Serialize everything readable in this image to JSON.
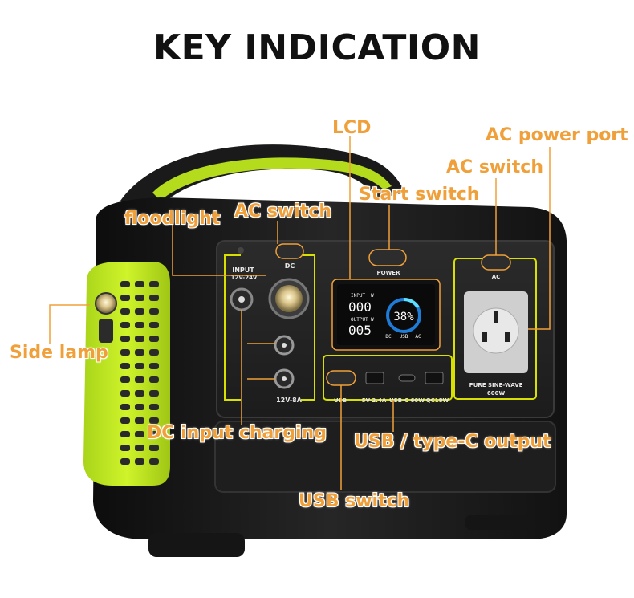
{
  "title": "KEY INDICATION",
  "labels": {
    "lcd": "LCD",
    "ac_power_port": "AC power port",
    "ac_switch_right": "AC switch",
    "start_switch": "Start switch",
    "floodlight": "floodlight",
    "ac_switch_left": "AC switch",
    "side_lamp": "Side lamp",
    "dc_input_charging": "DC input charging",
    "usb_typec_output": "USB / type-C output",
    "usb_switch": "USB switch"
  },
  "panel": {
    "input_label": "INPUT",
    "input_range": "12V-24V",
    "dc_label": "DC",
    "power_label": "POWER",
    "ac_label": "AC",
    "dc_out_label": "12V-8A",
    "usb_label": "USB",
    "usb_a_label": "5V-2.4A",
    "usb_c_label": "USB-C 60W",
    "qc_label": "QC18W",
    "sine_label": "PURE SINE-WAVE",
    "watt_label": "600W"
  },
  "lcd": {
    "input_label": "INPUT",
    "output_label": "OUTPUT",
    "unit": "W",
    "input_value": "000",
    "output_value": "005",
    "percent": "38%",
    "dc": "DC",
    "usb": "USB",
    "ac": "AC"
  },
  "colors": {
    "accent_orange": "#f0a03a",
    "body_green": "#c5f21e",
    "body_black": "#1b1b1b",
    "guide_yellow": "#d7e000"
  }
}
